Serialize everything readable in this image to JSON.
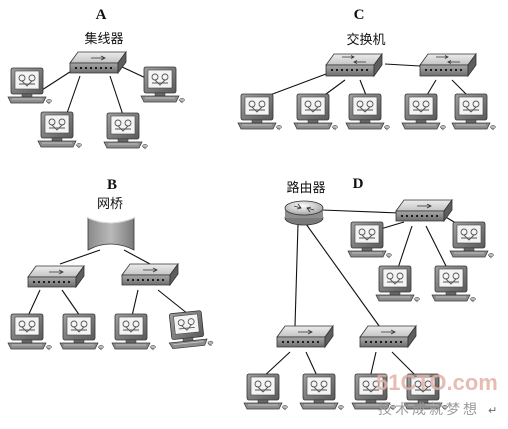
{
  "panels": {
    "a": {
      "letter": "A",
      "caption": "集线器"
    },
    "b": {
      "letter": "B",
      "caption": "网桥"
    },
    "c": {
      "letter": "C",
      "caption": "交换机"
    },
    "d": {
      "letter": "D",
      "caption": "路由器"
    }
  },
  "watermark": {
    "site": "51CTO.com",
    "slogan": "技术成就梦想",
    "trailing_mark": "↵"
  },
  "icons": {
    "computer": "computer-icon",
    "hub": "hub-icon",
    "switch": "switch-icon",
    "bridge": "bridge-icon",
    "router": "router-icon"
  },
  "colors": {
    "device_gray": "#9a9a9a",
    "device_top": "#d6d6d6",
    "monitor_body": "#7c7c7c",
    "screen": "#f2f2f2",
    "line": "#111111"
  }
}
